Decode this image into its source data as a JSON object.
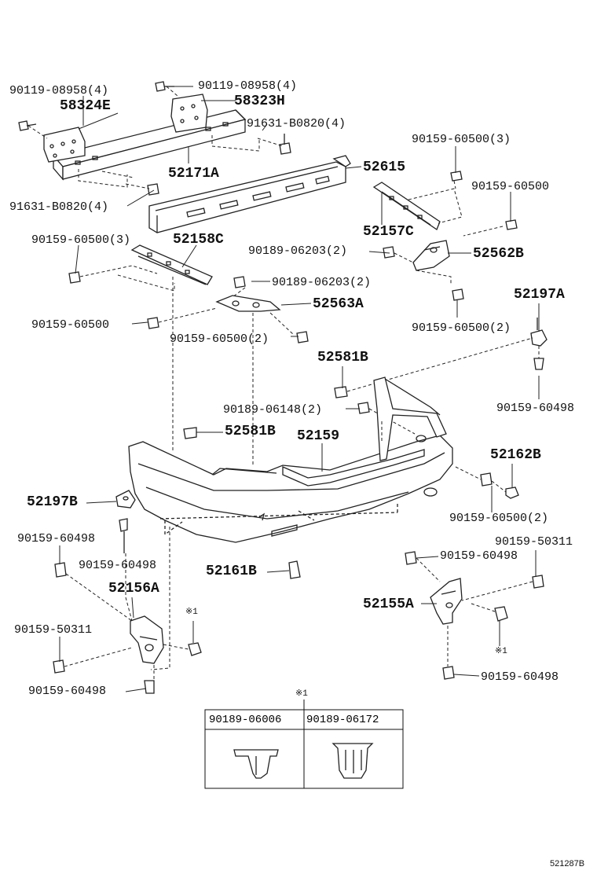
{
  "labels": {
    "bolt_58324e": "90119-08958(4)",
    "bracket_58324e": "58324E",
    "bolt_58323h": "90119-08958(4)",
    "bracket_58323h": "58323H",
    "nut_right": "91631-B0820(4)",
    "reinforcement": "52171A",
    "nut_left": "91631-B0820(4)",
    "absorber": "52615",
    "screw_52157c": "90159-60500(3)",
    "screw_52157c_b": "90159-60500",
    "retainer_52157c": "52157C",
    "screw_52158c": "90159-60500(3)",
    "retainer_52158c": "52158C",
    "clip_52562b": "90189-06203(2)",
    "support_52562b": "52562B",
    "clip_52563a": "90189-06203(2)",
    "support_52563a": "52563A",
    "screw_52563a": "90159-60500",
    "screw_52563a_b": "90159-60500(2)",
    "screw_52562b_b": "90159-60500(2)",
    "retainer_52197a": "52197A",
    "pad_52581b_top": "52581B",
    "clip_06148": "90189-06148(2)",
    "screw_52197a": "90159-60498",
    "pad_52581b": "52581B",
    "cover_52159": "52159",
    "cap_52162b": "52162B",
    "retainer_52197b": "52197B",
    "screw_52162b": "90159-60500(2)",
    "screw_left_a": "90159-60498",
    "screw_52197b": "90159-60498",
    "clip_52161b": "52161B",
    "screw_right_50311": "90159-50311",
    "screw_right_60498": "90159-60498",
    "bracket_52156a": "52156A",
    "note_left": "※1",
    "bracket_52155a": "52155A",
    "screw_left_50311": "90159-50311",
    "note_right": "※1",
    "screw_left_b": "90159-60498",
    "screw_right_b": "90159-60498",
    "table_note": "※1",
    "drawing_ref": "521287B"
  },
  "clip_table": {
    "col1": "90189-06006",
    "col2": "90189-06172"
  }
}
